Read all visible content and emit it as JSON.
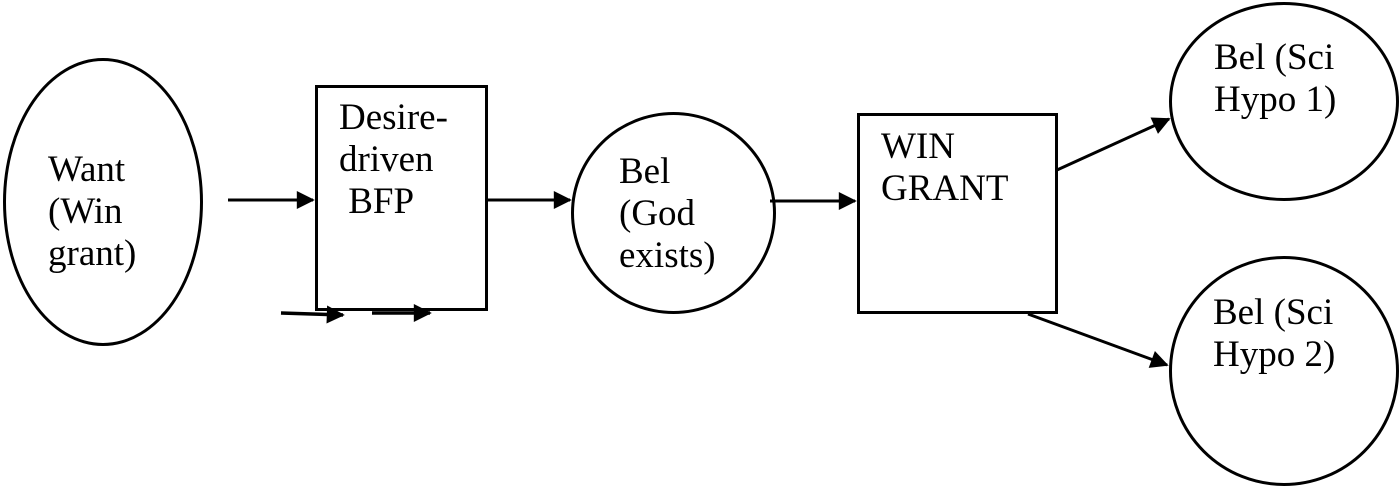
{
  "diagram": {
    "background_color": "#ffffff",
    "line_color": "#000000",
    "nodes": [
      {
        "id": "want",
        "shape": "ellipse",
        "label": "Want\n(Win\ngrant)"
      },
      {
        "id": "desire-driven-bfp",
        "shape": "rectangle",
        "label": "Desire-\ndriven\n BFP"
      },
      {
        "id": "bel-god-exists",
        "shape": "circle",
        "label": "Bel\n(God\nexists)"
      },
      {
        "id": "win-grant",
        "shape": "rectangle",
        "label": "WIN\nGRANT"
      },
      {
        "id": "bel-sci-hypo-1",
        "shape": "circle",
        "label": "Bel (Sci\nHypo 1)"
      },
      {
        "id": "bel-sci-hypo-2",
        "shape": "circle",
        "label": "Bel (Sci\nHypo 2)"
      }
    ],
    "edges": [
      {
        "from": "want",
        "to": "desire-driven-bfp",
        "style": "arrow"
      },
      {
        "from": "desire-driven-bfp",
        "to": "bel-god-exists",
        "style": "arrow"
      },
      {
        "from": "bel-god-exists",
        "to": "win-grant",
        "style": "arrow"
      },
      {
        "from": "win-grant",
        "to": "bel-sci-hypo-1",
        "style": "arrow"
      },
      {
        "from": "win-grant",
        "to": "bel-sci-hypo-2",
        "style": "arrow"
      },
      {
        "from": "offpage-left",
        "to": "desire-driven-bfp",
        "style": "arrow",
        "note": "short arrow overlapping bottom edge of box"
      },
      {
        "from": "desire-driven-bfp",
        "to": "desire-driven-bfp",
        "style": "arrow",
        "note": "second short arrow along bottom edge of box"
      }
    ]
  }
}
